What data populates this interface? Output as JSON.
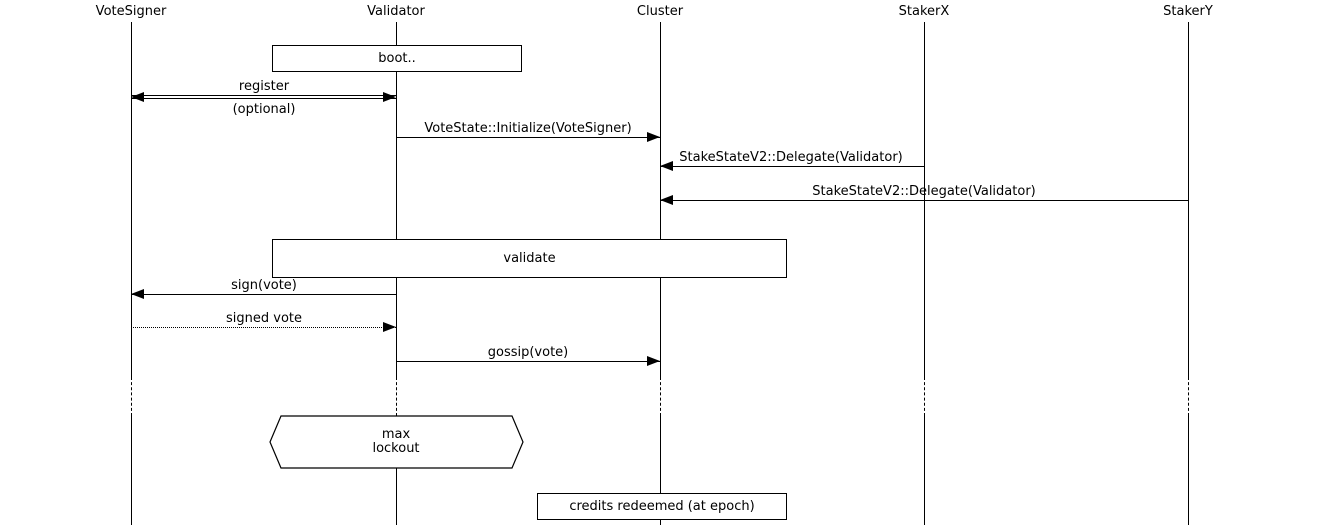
{
  "participants": [
    {
      "name": "VoteSigner"
    },
    {
      "name": "Validator"
    },
    {
      "name": "Cluster"
    },
    {
      "name": "StakerX"
    },
    {
      "name": "StakerY"
    }
  ],
  "boxes": {
    "boot": "boot..",
    "validate": "validate",
    "max_lockout_line1": "max",
    "max_lockout_line2": "lockout",
    "credits": "credits redeemed (at epoch)"
  },
  "messages": {
    "register": "register",
    "register_note": "(optional)",
    "vote_initialize": "VoteState::Initialize(VoteSigner)",
    "delegate_from_stakerx": "StakeStateV2::Delegate(Validator)",
    "delegate_from_stakery": "StakeStateV2::Delegate(Validator)",
    "sign_vote": "sign(vote)",
    "signed_vote": "signed vote",
    "gossip_vote": "gossip(vote)"
  },
  "colors": {
    "line": "#000000",
    "text": "#000000",
    "background": "#ffffff"
  }
}
